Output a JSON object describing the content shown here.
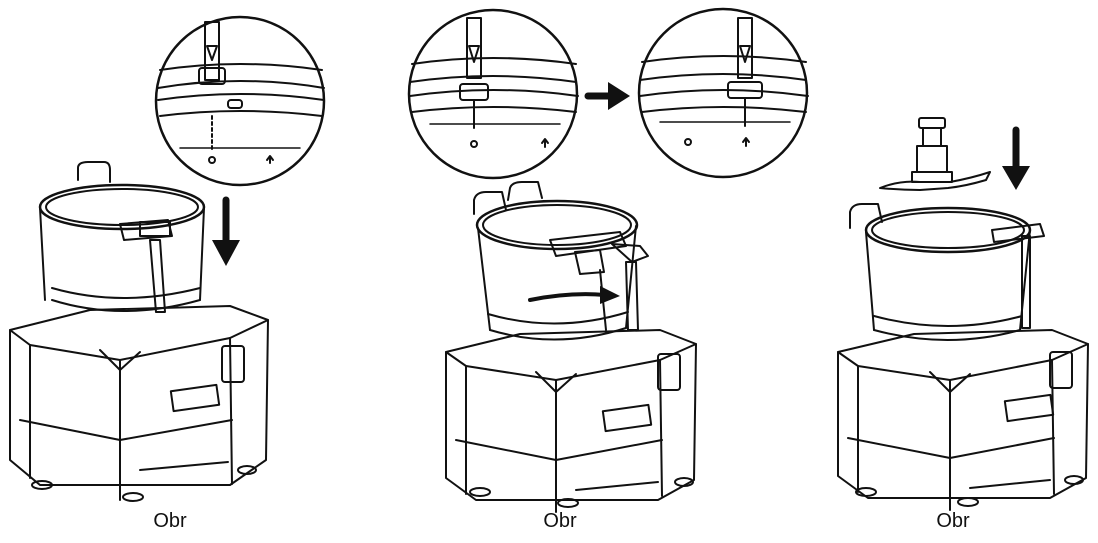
{
  "panels": [
    {
      "caption": "Obr",
      "step": "bowl-lowered-onto-base",
      "arrow": "arrow-down"
    },
    {
      "caption": "Obr",
      "step": "bowl-rotated-to-lock",
      "arrow": "arrow-curved-right"
    },
    {
      "caption": "Obr",
      "step": "blade-inserted-into-bowl",
      "arrow": "arrow-down"
    }
  ],
  "colors": {
    "line": "#111111",
    "background": "#ffffff",
    "arrow": "#111111"
  }
}
